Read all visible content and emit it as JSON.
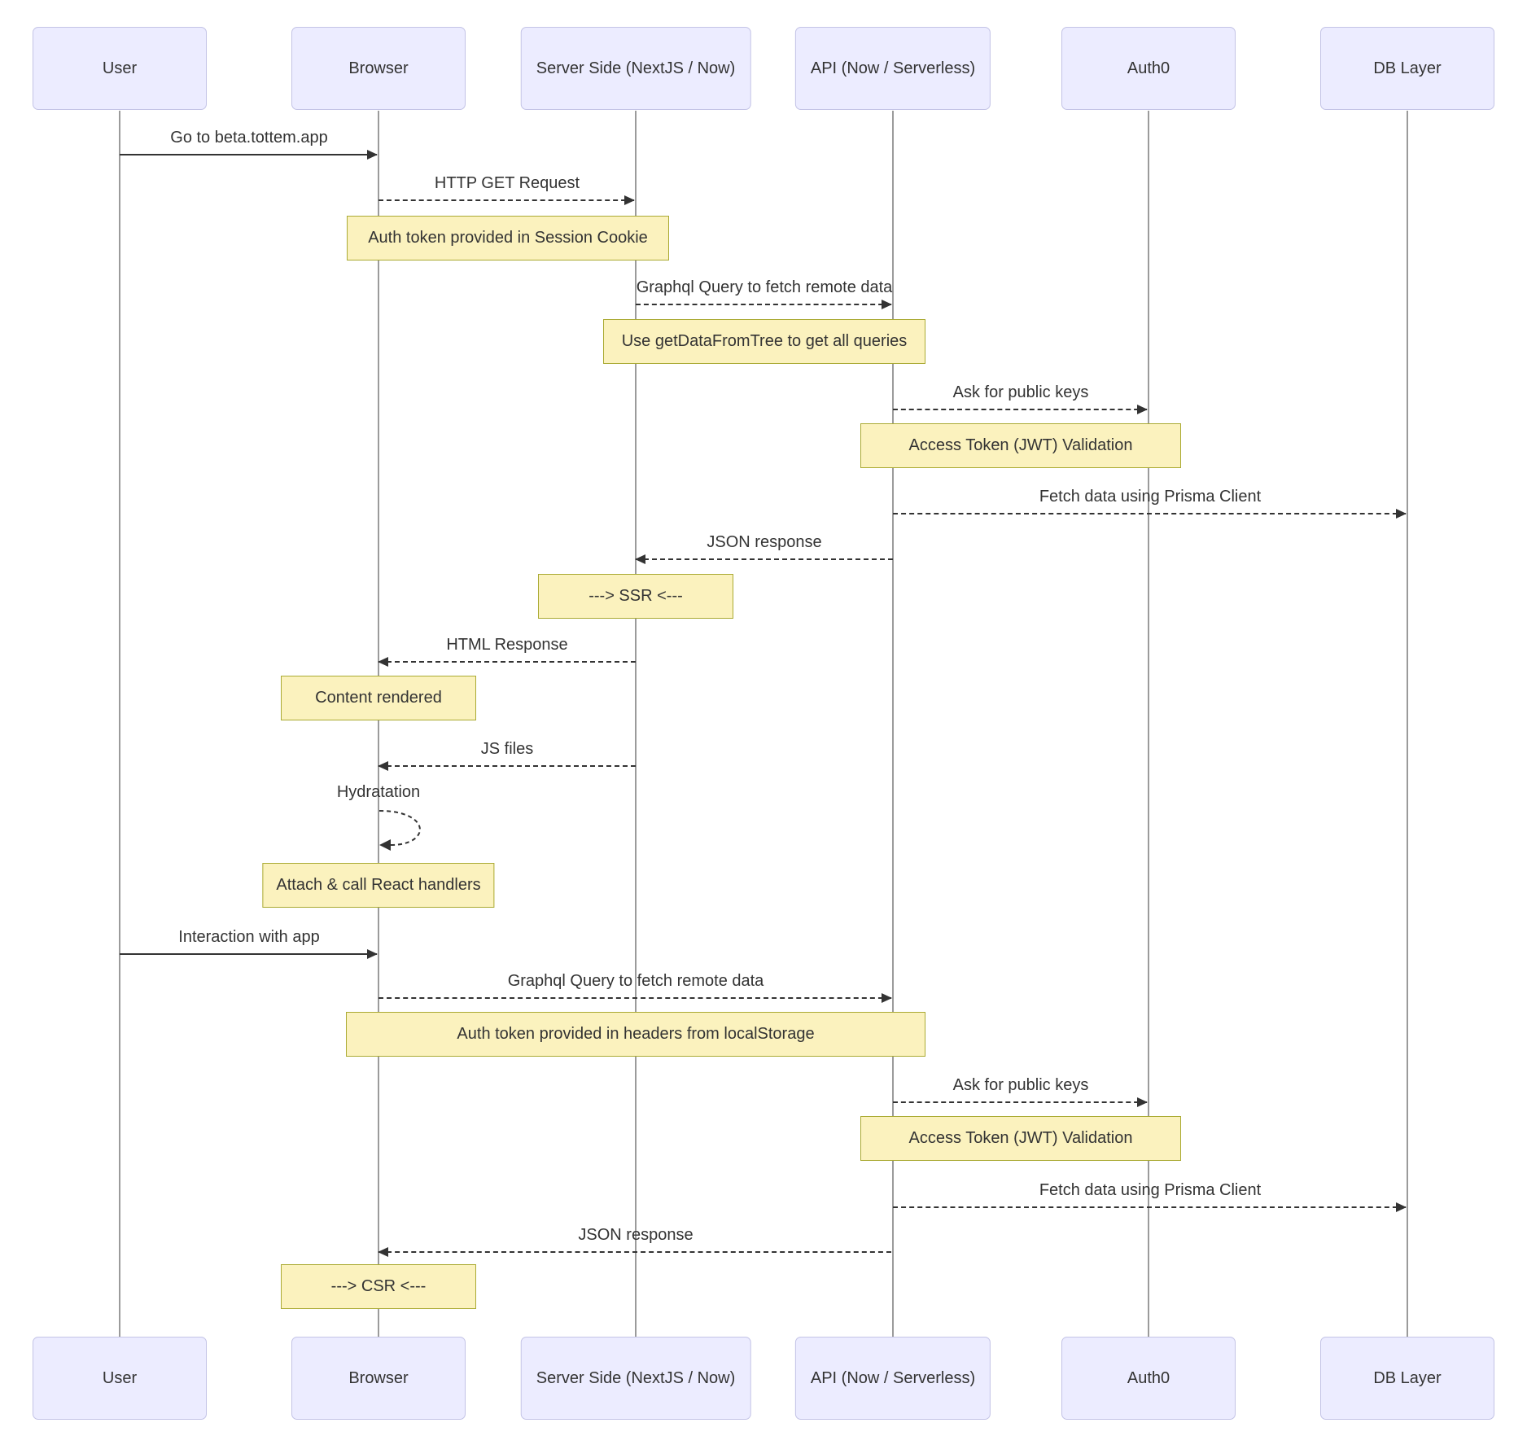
{
  "diagram": {
    "type": "sequence",
    "participants": [
      {
        "label": "User"
      },
      {
        "label": "Browser"
      },
      {
        "label": "Server Side (NextJS / Now)"
      },
      {
        "label": "API (Now / Serverless)"
      },
      {
        "label": "Auth0"
      },
      {
        "label": "DB Layer"
      }
    ],
    "messages": [
      {
        "kind": "message",
        "style": "solid",
        "from": "User",
        "to": "Browser",
        "text": "Go to beta.tottem.app"
      },
      {
        "kind": "message",
        "style": "dashed",
        "from": "Browser",
        "to": "Server Side (NextJS / Now)",
        "text": "HTTP GET Request"
      },
      {
        "kind": "note",
        "over": [
          "Browser",
          "Server Side (NextJS / Now)"
        ],
        "text": "Auth token provided in Session Cookie"
      },
      {
        "kind": "message",
        "style": "dashed",
        "from": "Server Side (NextJS / Now)",
        "to": "API (Now / Serverless)",
        "text": "Graphql Query to fetch remote data"
      },
      {
        "kind": "note",
        "over": [
          "Server Side (NextJS / Now)",
          "API (Now / Serverless)"
        ],
        "text": "Use getDataFromTree to get all queries"
      },
      {
        "kind": "message",
        "style": "dashed",
        "from": "API (Now / Serverless)",
        "to": "Auth0",
        "text": "Ask for public keys"
      },
      {
        "kind": "note",
        "over": [
          "API (Now / Serverless)",
          "Auth0"
        ],
        "text": "Access Token (JWT) Validation"
      },
      {
        "kind": "message",
        "style": "dashed",
        "from": "API (Now / Serverless)",
        "to": "DB Layer",
        "text": "Fetch data using Prisma Client"
      },
      {
        "kind": "message",
        "style": "dashed",
        "from": "API (Now / Serverless)",
        "to": "Server Side (NextJS / Now)",
        "text": "JSON response"
      },
      {
        "kind": "note",
        "over": [
          "Server Side (NextJS / Now)"
        ],
        "text": "---> SSR <---"
      },
      {
        "kind": "message",
        "style": "dashed",
        "from": "Server Side (NextJS / Now)",
        "to": "Browser",
        "text": "HTML Response"
      },
      {
        "kind": "note",
        "over": [
          "Browser"
        ],
        "text": "Content rendered"
      },
      {
        "kind": "message",
        "style": "dashed",
        "from": "Server Side (NextJS / Now)",
        "to": "Browser",
        "text": "JS files"
      },
      {
        "kind": "self",
        "style": "dashed",
        "at": "Browser",
        "text": "Hydratation"
      },
      {
        "kind": "note",
        "over": [
          "Browser"
        ],
        "text": "Attach & call React handlers"
      },
      {
        "kind": "message",
        "style": "solid",
        "from": "User",
        "to": "Browser",
        "text": "Interaction with app"
      },
      {
        "kind": "message",
        "style": "dashed",
        "from": "Browser",
        "to": "API (Now / Serverless)",
        "text": "Graphql Query to fetch remote data"
      },
      {
        "kind": "note",
        "over": [
          "Browser",
          "API (Now / Serverless)"
        ],
        "text": "Auth token provided in headers from localStorage"
      },
      {
        "kind": "message",
        "style": "dashed",
        "from": "API (Now / Serverless)",
        "to": "Auth0",
        "text": "Ask for public keys"
      },
      {
        "kind": "note",
        "over": [
          "API (Now / Serverless)",
          "Auth0"
        ],
        "text": "Access Token (JWT) Validation"
      },
      {
        "kind": "message",
        "style": "dashed",
        "from": "API (Now / Serverless)",
        "to": "DB Layer",
        "text": "Fetch data using Prisma Client"
      },
      {
        "kind": "message",
        "style": "dashed",
        "from": "API (Now / Serverless)",
        "to": "Browser",
        "text": "JSON response"
      },
      {
        "kind": "note",
        "over": [
          "Browser"
        ],
        "text": "---> CSR <---"
      }
    ],
    "colors": {
      "actor_fill": "#ECECFF",
      "actor_border": "#C3C3E6",
      "note_fill": "#FBF2BE",
      "note_border": "#AAAA33",
      "message_line": "#333333",
      "lifeline": "#9B9B9B",
      "background": "#FFFFFF"
    }
  }
}
